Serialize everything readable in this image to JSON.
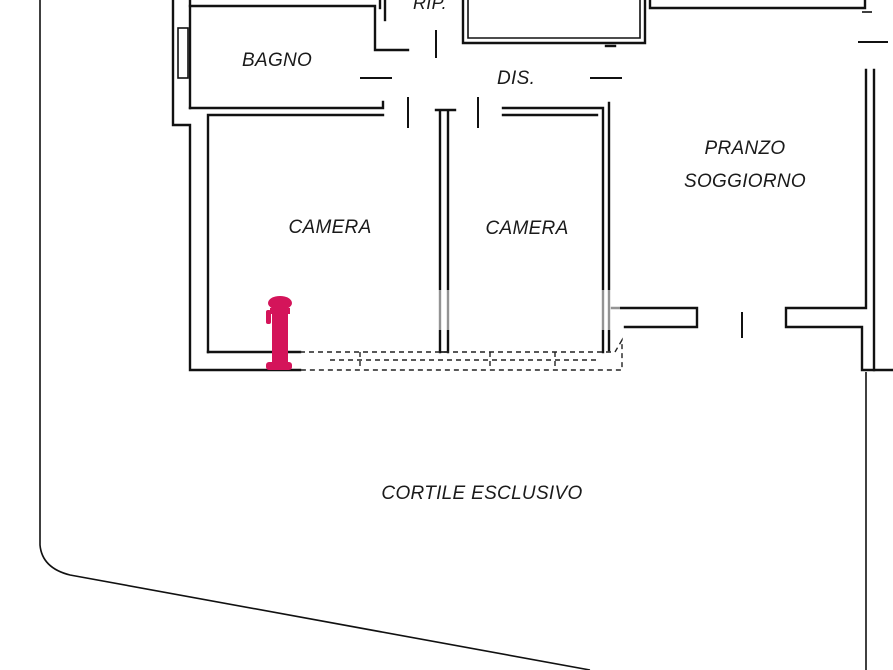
{
  "rooms": {
    "rip": "RIP.",
    "bagno": "BAGNO",
    "dis": "DIS.",
    "pranzo_line1": "PRANZO",
    "pranzo_line2": "SOGGIORNO",
    "camera_left": "CAMERA",
    "camera_right": "CAMERA",
    "cortile": "CORTILE ESCLUSIVO"
  },
  "colors": {
    "walls": "#111111",
    "background": "#ffffff",
    "watermark_logo": "#d4145a"
  },
  "icons": {
    "watermark": "pink-figure-logo-icon"
  }
}
